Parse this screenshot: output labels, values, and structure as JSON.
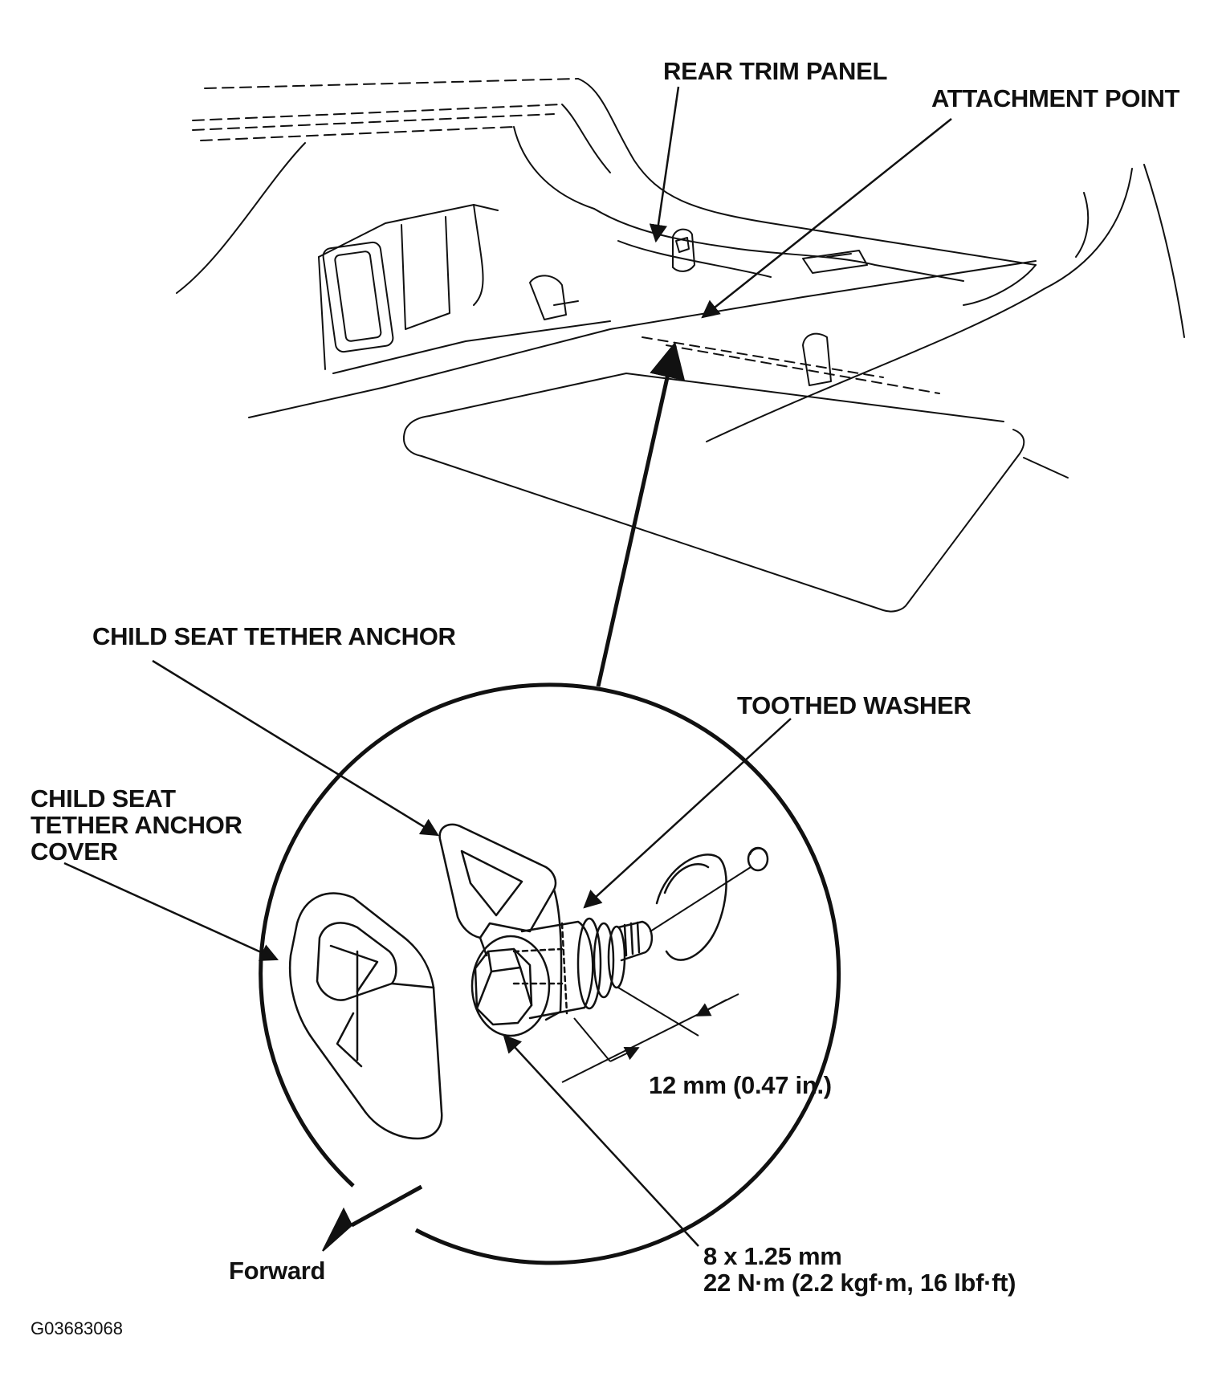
{
  "labels": {
    "rear_trim_panel": "REAR TRIM PANEL",
    "attachment_point": "ATTACHMENT POINT",
    "child_seat_tether_anchor": "CHILD SEAT TETHER ANCHOR",
    "toothed_washer": "TOOTHED WASHER",
    "cover_line1": "CHILD SEAT",
    "cover_line2": "TETHER ANCHOR",
    "cover_line3": "COVER",
    "dimension": "12 mm (0.47 in.)",
    "bolt_size": "8 x 1.25 mm",
    "torque": "22 N·m (2.2 kgf·m, 16 lbf·ft)",
    "forward": "Forward",
    "figure_code": "G03683068"
  },
  "colors": {
    "ink": "#111111",
    "background": "#ffffff"
  }
}
